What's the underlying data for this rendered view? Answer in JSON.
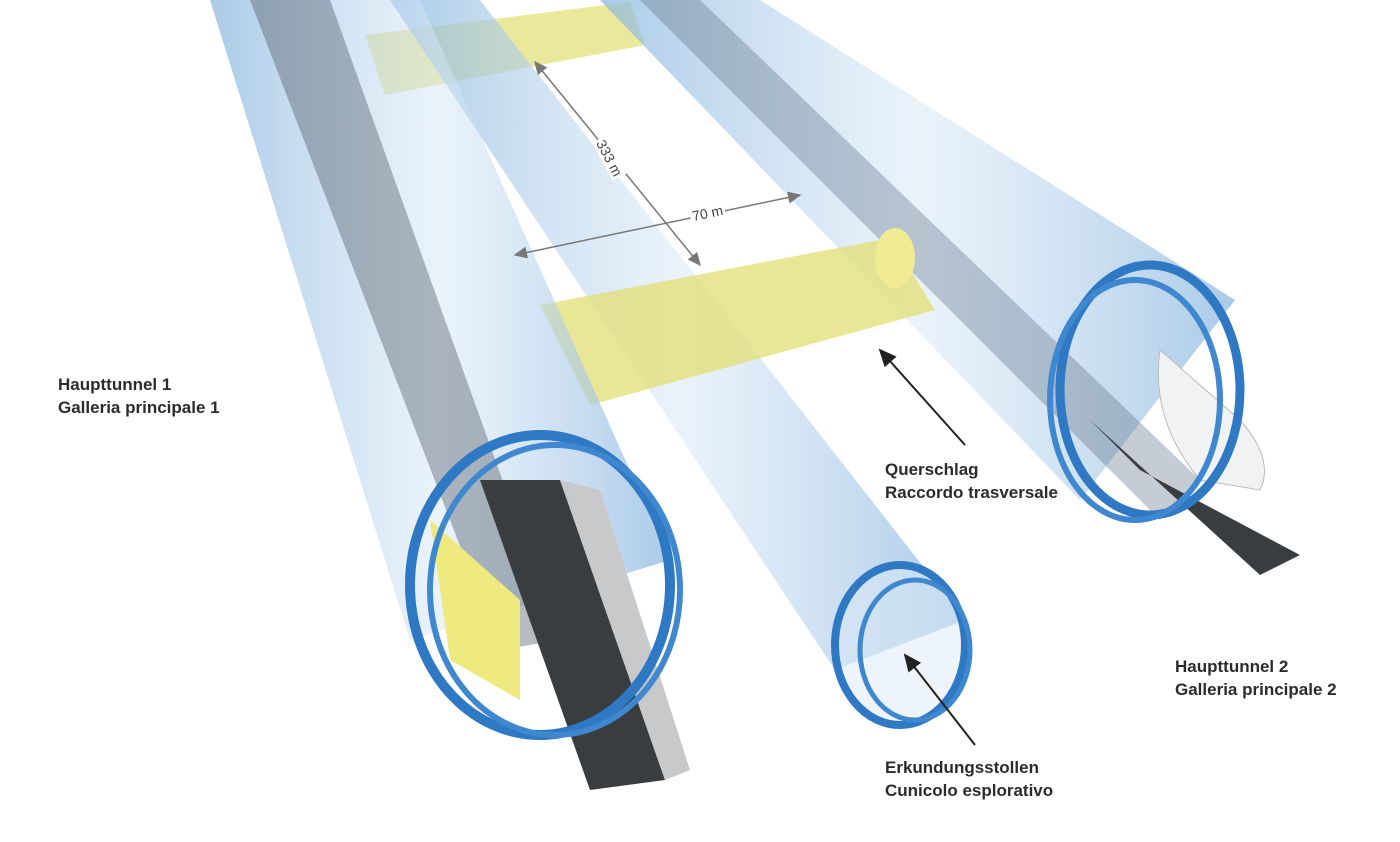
{
  "labels": {
    "tunnel1": {
      "de": "Haupttunnel 1",
      "it": "Galleria principale 1"
    },
    "tunnel2": {
      "de": "Haupttunnel 2",
      "it": "Galleria principale 2"
    },
    "crosspassage": {
      "de": "Querschlag",
      "it": "Raccordo trasversale"
    },
    "exploratory": {
      "de": "Erkundungsstollen",
      "it": "Cunicolo esplorativo"
    }
  },
  "dimensions": {
    "spacing": "333 m",
    "width": "70 m"
  },
  "colors": {
    "tube": "#a9cbe8",
    "ring": "#2f78c4",
    "passage": "#e3e07a",
    "track": "#3a3d40"
  }
}
